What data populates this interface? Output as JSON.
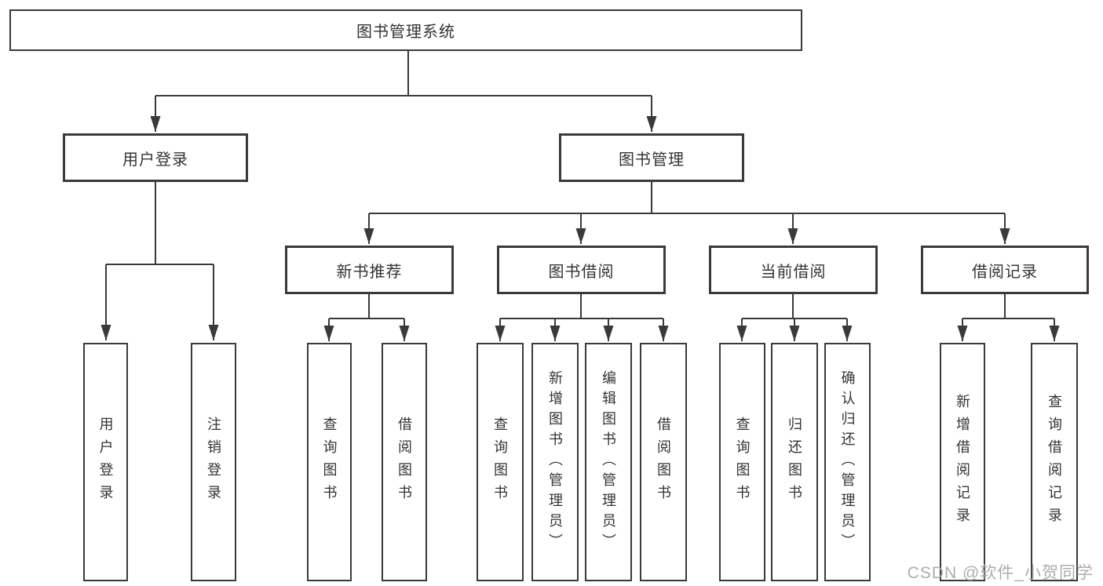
{
  "title": "图书管理系统",
  "level2": [
    {
      "label": "用户登录",
      "leaves": [
        "用户登录",
        "注销登录"
      ]
    },
    {
      "label": "图书管理",
      "children": [
        {
          "label": "新书推荐",
          "leaves": [
            "查询图书",
            "借阅图书"
          ]
        },
        {
          "label": "图书借阅",
          "leaves": [
            "查询图书",
            "新增图书（管理员）",
            "编辑图书（管理员）",
            "借阅图书"
          ]
        },
        {
          "label": "当前借阅",
          "leaves": [
            "查询图书",
            "归还图书",
            "确认归还（管理员）"
          ]
        },
        {
          "label": "借阅记录",
          "leaves": [
            "新增借阅记录",
            "查询借阅记录"
          ]
        }
      ]
    }
  ],
  "watermark": "CSDN @软件_小贺同学",
  "colors": {
    "line": "#3a3a3a",
    "text": "#333333",
    "background": "#ffffff",
    "watermark": "#a6a6a6"
  }
}
